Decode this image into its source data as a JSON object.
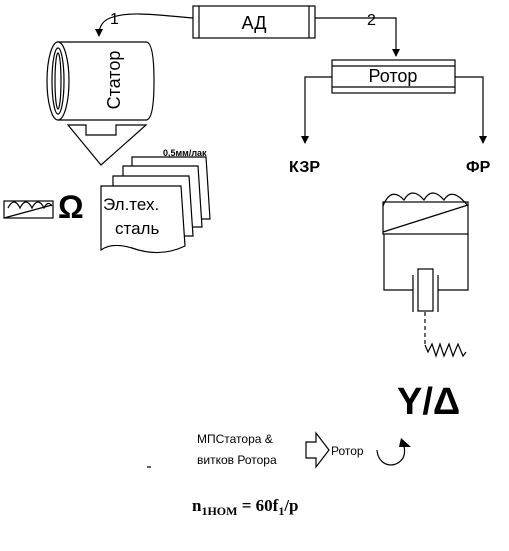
{
  "labels": {
    "ad": "АД",
    "stator": "Статор",
    "rotor": "Ротор",
    "num1": "1",
    "num2": "2",
    "kzr": "КЗР",
    "fr": "ФР",
    "insulation": "0,5мм/лак",
    "steel_line1": "Эл.тех.",
    "steel_line2": "сталь",
    "omega": "Ω",
    "ydelta": "Y/Δ",
    "mp_line1": "МПСтатора &",
    "mp_line2": "витков Ротора",
    "rotor_small": "Ротор",
    "formula_main": "n",
    "formula_sub": "1НОМ",
    "formula_rest": " = 60f",
    "formula_sub2": "1",
    "formula_end": "/p"
  }
}
